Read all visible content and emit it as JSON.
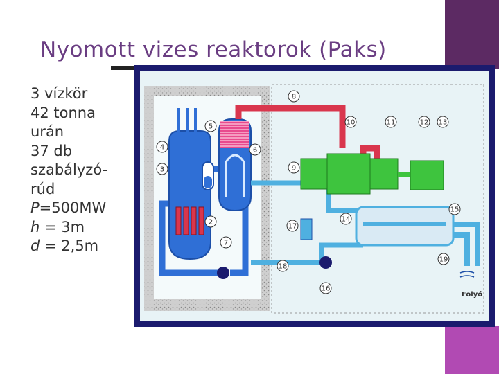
{
  "title": "Nyomott vizes reaktorok (Paks)",
  "bullets": [
    {
      "text": "3 vízkör"
    },
    {
      "text": "42 tonna"
    },
    {
      "text": "urán"
    },
    {
      "text": "37 db"
    },
    {
      "text": "szabályzó-"
    },
    {
      "text": "rúd"
    },
    {
      "var": "P",
      "rest": "=500MW"
    },
    {
      "var": "h",
      "rest": " = 3m"
    },
    {
      "var": "d",
      "rest": " = 2,5m"
    }
  ],
  "diagram": {
    "numbers": [
      "2",
      "3",
      "4",
      "5",
      "6",
      "7",
      "8",
      "9",
      "10",
      "11",
      "12",
      "13",
      "14",
      "15",
      "16",
      "17",
      "18",
      "19"
    ],
    "river_label": "Folyó"
  },
  "colors": {
    "title": "#6a3d82",
    "primary_loop": "#2f6fd6",
    "secondary_loop": "#d9364d",
    "tertiary_loop": "#4fb0e0",
    "turbine": "#3ec43e",
    "frame": "#1b1b6e",
    "deco_dark": "#5c2a63",
    "deco_light": "#b14ab3"
  }
}
